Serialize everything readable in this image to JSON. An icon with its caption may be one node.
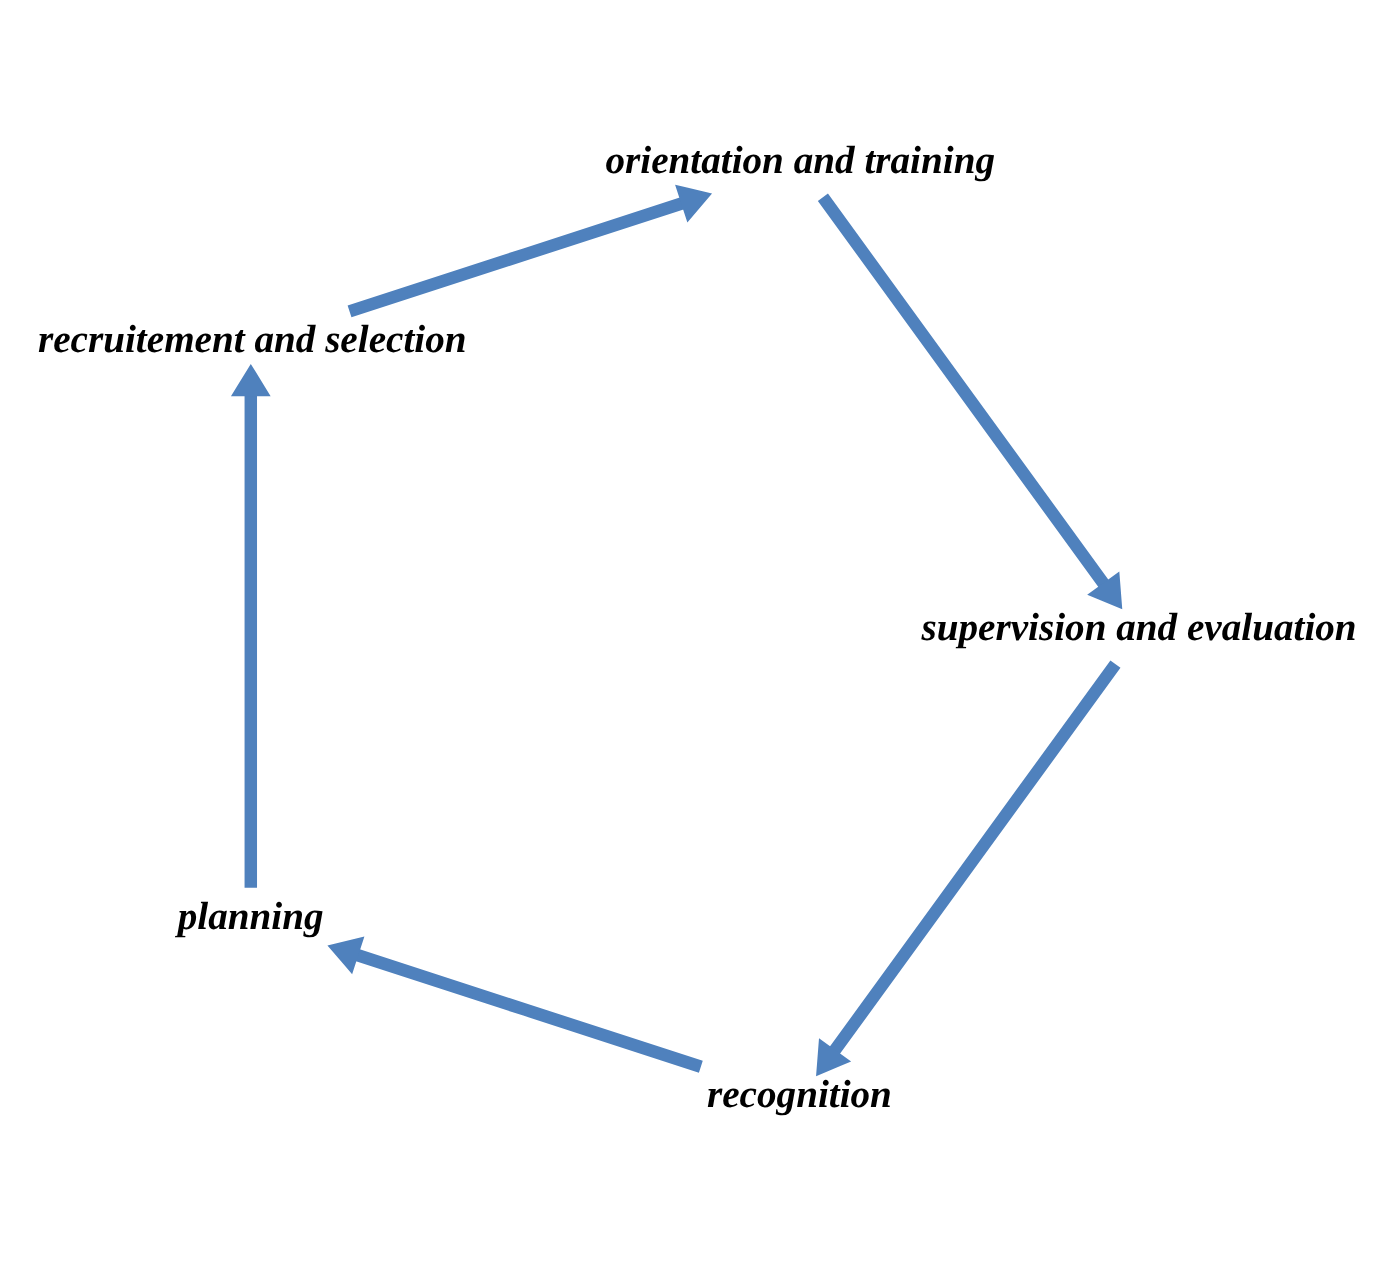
{
  "diagram": {
    "nodes": [
      {
        "text": [
          "recognition"
        ]
      },
      {
        "text": [
          "planning"
        ]
      },
      {
        "text": [
          "recruitement and selection"
        ]
      },
      {
        "text": [
          "orientation and training"
        ]
      },
      {
        "text": [
          "supervision and evaluation"
        ]
      }
    ],
    "edges": [
      {
        "from": 0,
        "to": 1,
        "arrow": "to"
      },
      {
        "from": 1,
        "to": 2,
        "arrow": "to"
      },
      {
        "from": 2,
        "to": 3,
        "arrow": "to"
      },
      {
        "from": 3,
        "to": 4,
        "arrow": "to"
      },
      {
        "from": 4,
        "to": 0,
        "arrow": "to"
      }
    ]
  }
}
